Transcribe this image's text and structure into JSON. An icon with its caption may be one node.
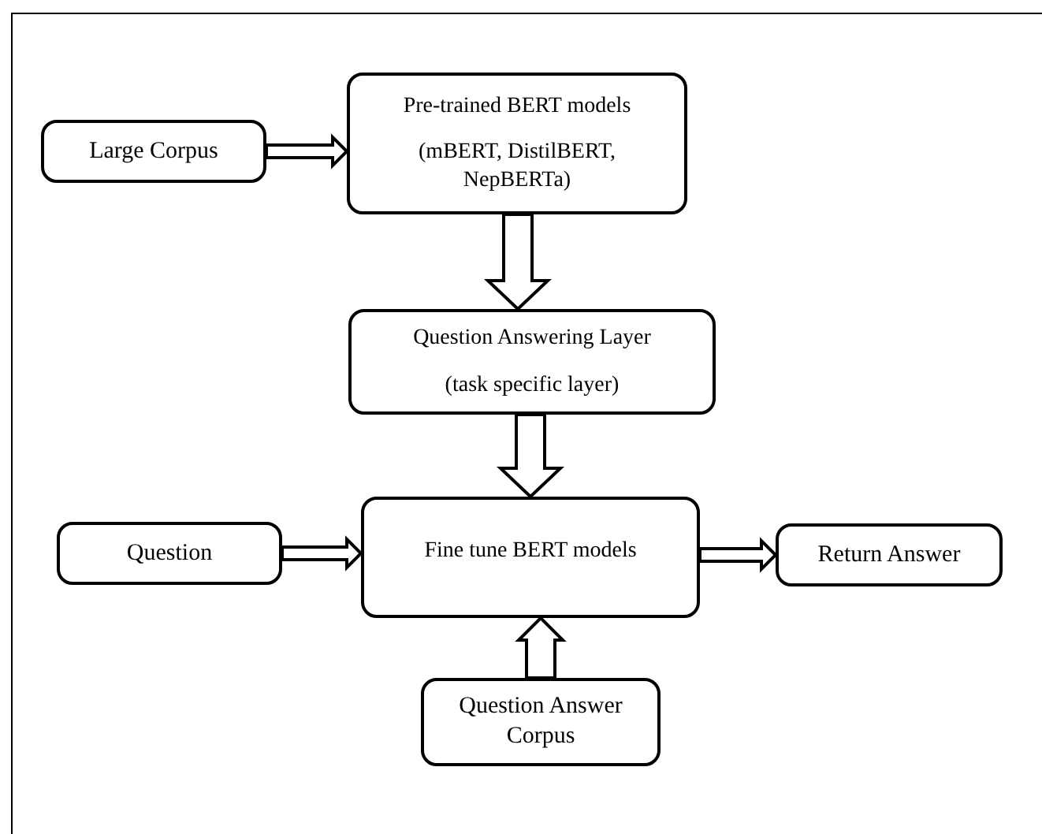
{
  "diagram": {
    "nodes": [
      {
        "text": [
          "Large Corpus"
        ]
      },
      {
        "text": [
          "Pre-trained BERT models",
          "(mBERT, DistilBERT, NepBERTa)"
        ]
      },
      {
        "text": [
          "Question Answering Layer",
          "(task specific layer)"
        ]
      },
      {
        "text": [
          "Question"
        ]
      },
      {
        "text": [
          "Fine tune BERT models"
        ]
      },
      {
        "text": [
          "Return Answer"
        ]
      },
      {
        "text": [
          "Question Answer Corpus"
        ]
      }
    ],
    "edges": [
      {
        "from": 0,
        "to": 1,
        "arrow": "to"
      },
      {
        "from": 1,
        "to": 2,
        "arrow": "to"
      },
      {
        "from": 2,
        "to": 4,
        "arrow": "to"
      },
      {
        "from": 3,
        "to": 4,
        "arrow": "to"
      },
      {
        "from": 4,
        "to": 5,
        "arrow": "to"
      },
      {
        "from": 6,
        "to": 4,
        "arrow": "to"
      }
    ]
  }
}
